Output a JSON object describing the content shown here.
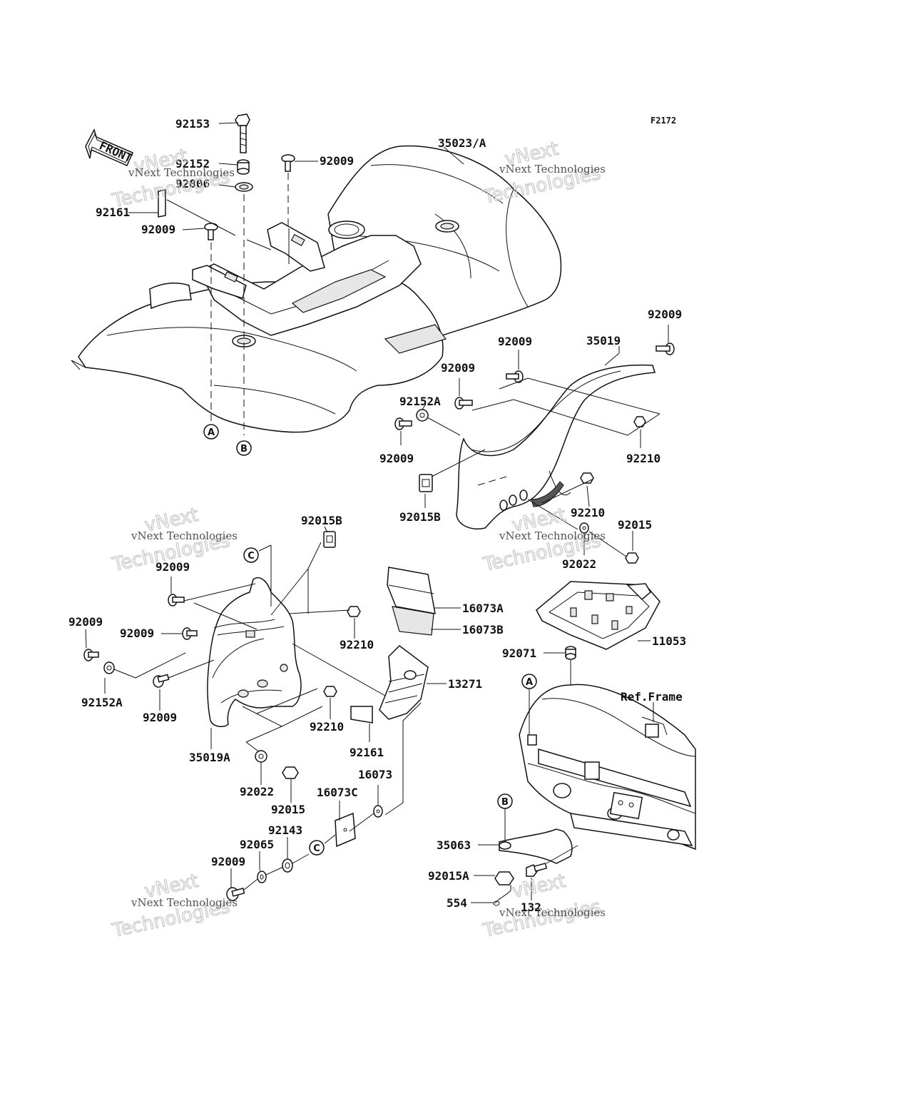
{
  "figure_code": "F2172",
  "front_arrow_label": "FRONT",
  "watermark": {
    "line1": "vNext Technologies",
    "line2": "vNext",
    "line3": "Technologies"
  },
  "reference_circles": [
    "A",
    "B",
    "C"
  ],
  "part_labels": {
    "p92153": "92153",
    "p92152": "92152",
    "p92006": "92006",
    "p92161_top": "92161",
    "p92009_top1": "92009",
    "p92009_top2": "92009",
    "p35023": "35023/A",
    "p92009_r1": "92009",
    "p92009_r2": "92009",
    "p35019": "35019",
    "p92009_r3": "92009",
    "p92152A_r": "92152A",
    "p92009_r4": "92009",
    "p92210_r1": "92210",
    "p92015B_r": "92015B",
    "p92210_r2": "92210",
    "p92015_r": "92015",
    "p92022_r": "92022",
    "p92015B_l": "92015B",
    "p92009_l1": "92009",
    "p92009_l2": "92009",
    "p92009_l3": "92009",
    "p92152A_l": "92152A",
    "p92009_l4": "92009",
    "p35019A": "35019A",
    "p92210_m1": "92210",
    "p92210_m2": "92210",
    "p16073A": "16073A",
    "p16073B": "16073B",
    "p13271": "13271",
    "p92161_m": "92161",
    "p16073": "16073",
    "p16073C": "16073C",
    "p92022_m": "92022",
    "p92015_m": "92015",
    "p92143": "92143",
    "p92065": "92065",
    "p92009_bot": "92009",
    "p11053": "11053",
    "p92071": "92071",
    "ref_frame": "Ref.Frame",
    "p35063": "35063",
    "p92015A": "92015A",
    "p554": "554",
    "p132": "132"
  }
}
